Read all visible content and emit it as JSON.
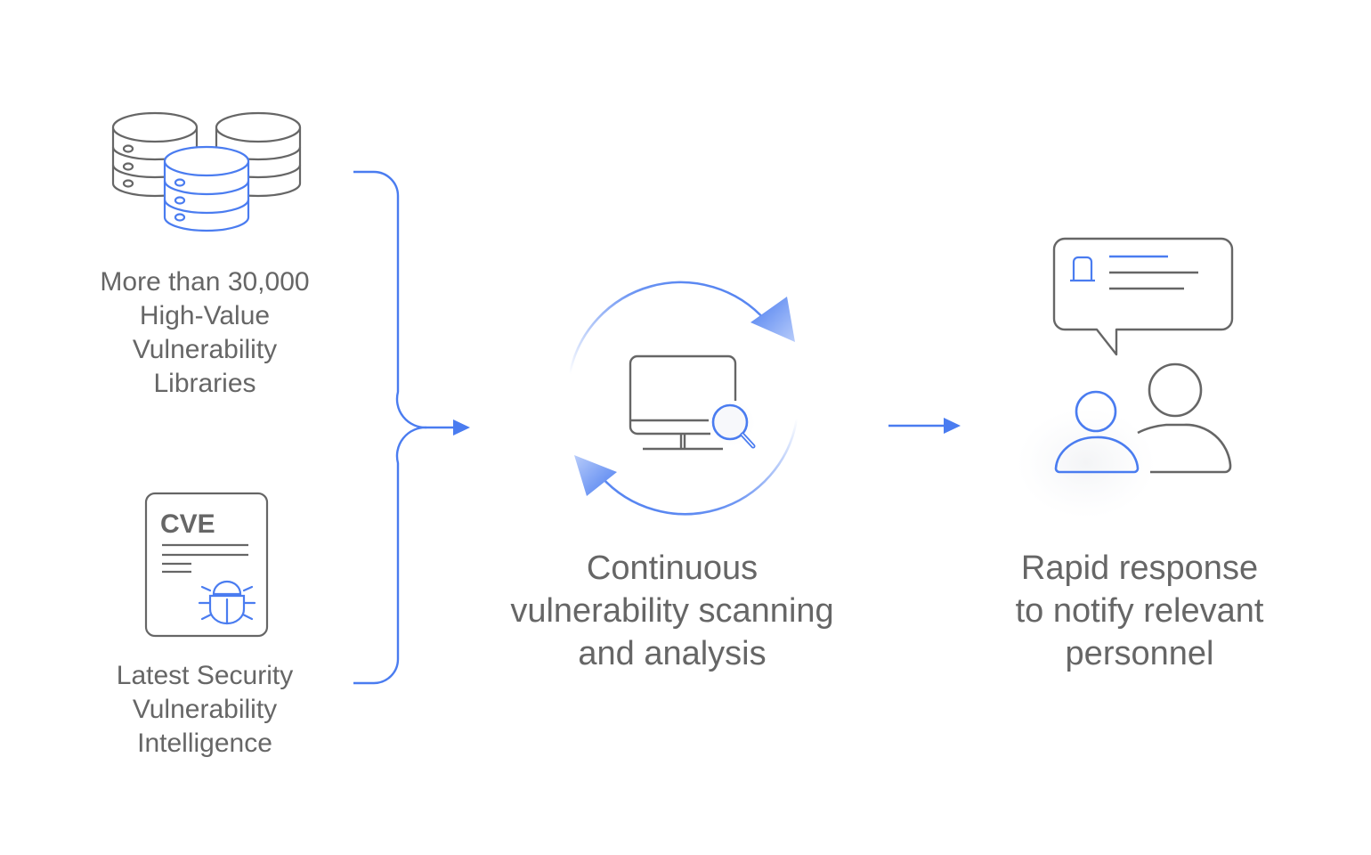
{
  "colors": {
    "accent": "#4a7cf0",
    "stroke_gray": "#666666",
    "text": "#666666",
    "background": "#ffffff"
  },
  "inputs": [
    {
      "icon": "database-stack-icon",
      "lines": [
        "More than 30,000",
        "High-Value",
        "Vulnerability",
        "Libraries"
      ]
    },
    {
      "icon": "cve-document-bug-icon",
      "badge": "CVE",
      "lines": [
        "Latest Security",
        "Vulnerability",
        "Intelligence"
      ]
    }
  ],
  "process": {
    "icon": "monitor-search-cycle-icon",
    "lines": [
      "Continuous",
      "vulnerability scanning",
      "and analysis"
    ]
  },
  "output": {
    "icon": "notify-personnel-icon",
    "lines": [
      "Rapid response",
      "to notify relevant",
      "personnel"
    ]
  }
}
